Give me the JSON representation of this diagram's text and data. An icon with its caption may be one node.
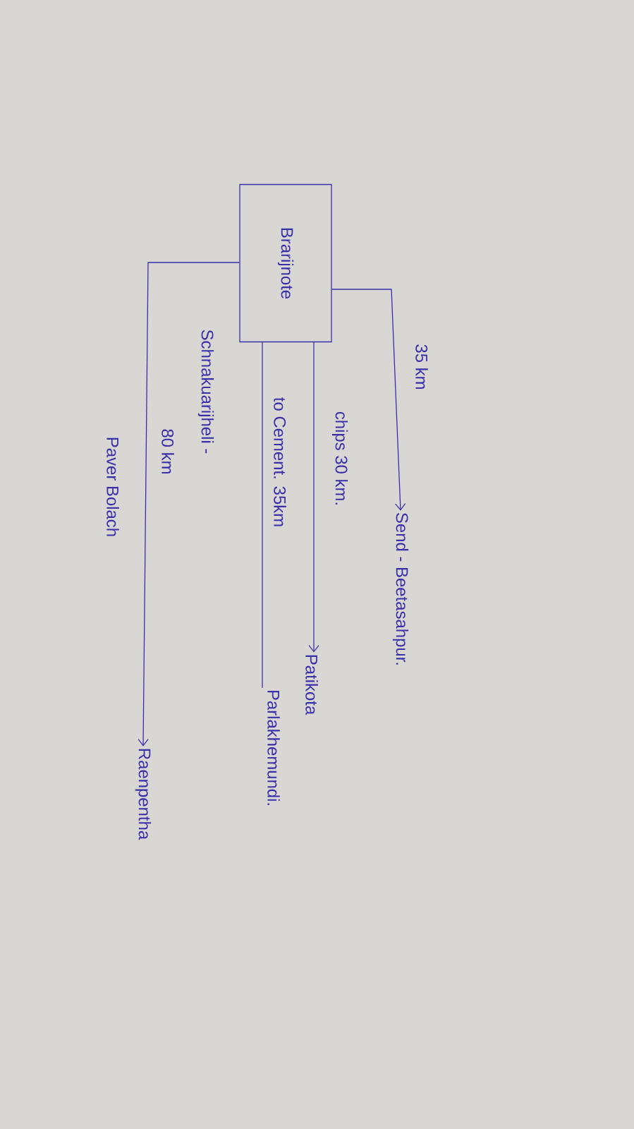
{
  "diagram": {
    "nodes": [
      {
        "text": [
          "Brarijnote"
        ]
      },
      {
        "text": [
          "Send - Beetasahpur."
        ]
      },
      {
        "text": [
          "Patikota"
        ]
      },
      {
        "text": [
          "Parlakhemundi."
        ]
      },
      {
        "text": [
          "Raenpentha"
        ]
      }
    ],
    "edges": [
      {
        "from": 0,
        "to": 1,
        "arrow": "to",
        "label": "35 km"
      },
      {
        "from": 0,
        "to": 2,
        "arrow": "to",
        "label": "chips 30 km."
      },
      {
        "from": 0,
        "to": 3,
        "arrow": "none",
        "label": "to Cement. 35km"
      },
      {
        "from": 0,
        "to": 4,
        "arrow": "to",
        "label": "80 km"
      }
    ],
    "labels": [
      "Schnakuarijheli -",
      "Paver Bolach"
    ]
  }
}
